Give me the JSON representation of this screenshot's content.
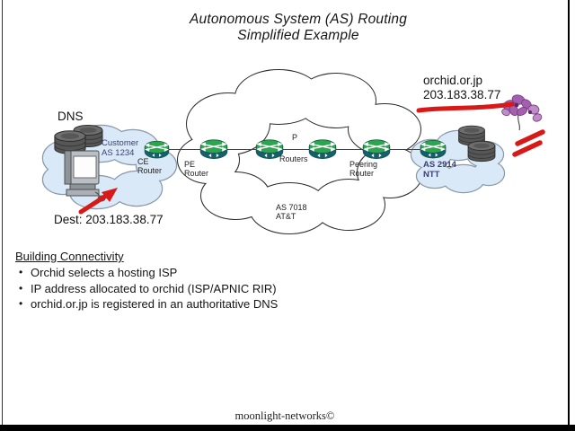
{
  "title": {
    "line1": "Autonomous System (AS) Routing",
    "line2": "Simplified Example"
  },
  "diagram": {
    "dns_label": "DNS",
    "customer_cloud": {
      "line1": "Customer",
      "line2": "AS 1234"
    },
    "ce_router": {
      "line1": "CE",
      "line2": "Router"
    },
    "pe_router": {
      "line1": "PE",
      "line2": "Router"
    },
    "p_routers": {
      "line1": "P",
      "line2": "Routers"
    },
    "peering_router": {
      "line1": "Peering",
      "line2": "Router"
    },
    "transit_cloud": {
      "line1": "AS 7018",
      "line2": "AT&T"
    },
    "ntt_cloud": {
      "line1": "AS 2914",
      "line2": "NTT"
    },
    "orchid": {
      "domain": "orchid.or.jp",
      "ip": "203.183.38.77"
    },
    "dest_label": "Dest: 203.183.38.77"
  },
  "notes": {
    "heading": "Building Connectivity",
    "bullets": [
      "Orchid selects a hosting ISP",
      "IP address allocated to orchid (ISP/APNIC RIR)",
      "orchid.or.jp is registered in an authoritative DNS"
    ]
  },
  "footer": {
    "credit": "moonlight-networks©"
  },
  "colors": {
    "cloud_blue": "#d9e9f7",
    "cloud_outline": "#8899aa",
    "router_green": "#2da44e",
    "router_teal": "#15606b",
    "accent_red": "#d91818",
    "orchid_purple": "#a55fb0",
    "navy_text": "#3b3f71"
  }
}
